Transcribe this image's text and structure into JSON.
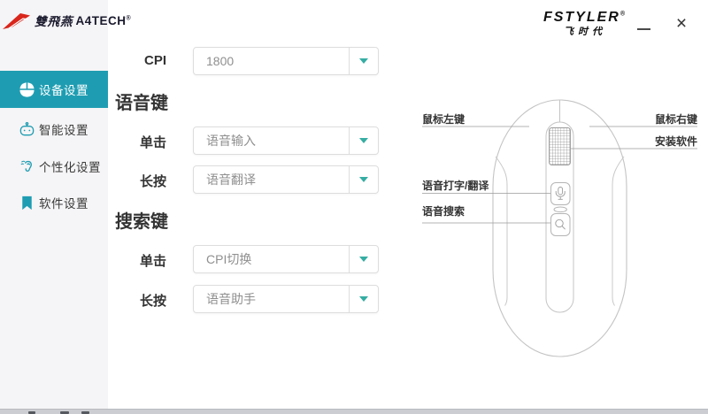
{
  "header": {
    "brand_left": {
      "cn": "雙飛燕",
      "en": "A4TECH",
      "reg": "®"
    },
    "brand_right": {
      "en": "FSTYLER",
      "reg": "®",
      "cn": "飞时代"
    },
    "close_glyph": "×"
  },
  "sidebar": {
    "items": [
      {
        "label": "设备设置",
        "icon": "mouse-icon",
        "active": true
      },
      {
        "label": "智能设置",
        "icon": "robot-icon",
        "active": false
      },
      {
        "label": "个性化设置",
        "icon": "ear-icon",
        "active": false
      },
      {
        "label": "软件设置",
        "icon": "bookmark-icon",
        "active": false
      }
    ]
  },
  "form": {
    "cpi": {
      "label": "CPI",
      "value": "1800"
    },
    "sections": [
      {
        "title": "语音键",
        "rows": [
          {
            "label": "单击",
            "value": "语音输入"
          },
          {
            "label": "长按",
            "value": "语音翻译"
          }
        ]
      },
      {
        "title": "搜索键",
        "rows": [
          {
            "label": "单击",
            "value": "CPI切换"
          },
          {
            "label": "长按",
            "value": "语音助手"
          }
        ]
      }
    ]
  },
  "diagram": {
    "labels": {
      "left_button": "鼠标左键",
      "right_button": "鼠标右键",
      "install_software": "安装软件",
      "voice_type_translate": "语音打字/翻译",
      "voice_search": "语音搜索"
    }
  },
  "colors": {
    "accent": "#1e9db2",
    "arrow_teal": "#35ada3",
    "brand_red": "#d9261c"
  }
}
